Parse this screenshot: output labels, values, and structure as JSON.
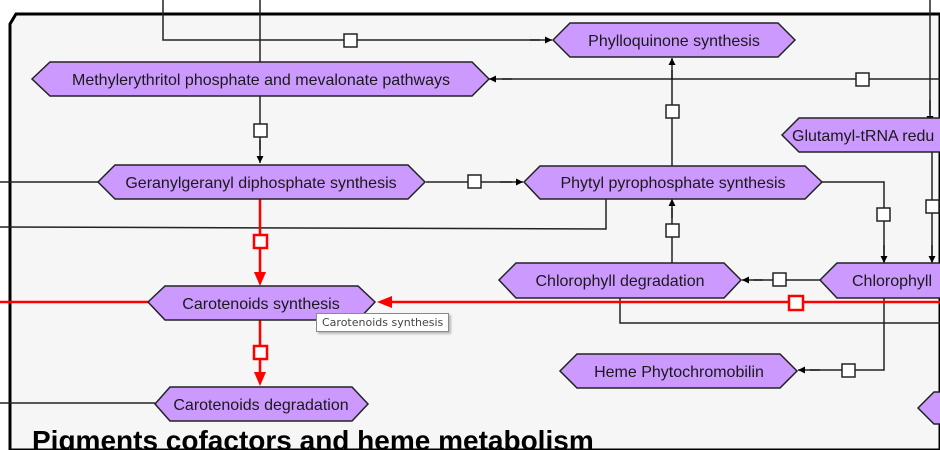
{
  "diagram": {
    "title": "Pigments cofactors and heme metabolism",
    "colors": {
      "node_fill": "#cc99ff",
      "node_stroke": "#222222",
      "edge": "#222222",
      "highlight": "#ff0000",
      "panel_bg": "#f6f6f6"
    },
    "nodes": {
      "phylloquinone": "Phylloquinone synthesis",
      "mep": "Methylerythritol phosphate and mevalonate pathways",
      "glutamyl": "Glutamyl-tRNA redu",
      "ggpp": "Geranylgeranyl diphosphate synthesis",
      "phytyl": "Phytyl pyrophosphate synthesis",
      "chl_deg": "Chlorophyll degradation",
      "chlorophyll": "Chlorophyll",
      "carot_syn": "Carotenoids synthesis",
      "heme_phyto": "Heme Phytochromobilin",
      "carot_deg": "Carotenoids degradation"
    },
    "tooltip": "Carotenoids synthesis",
    "highlighted_node": "Carotenoids synthesis"
  }
}
